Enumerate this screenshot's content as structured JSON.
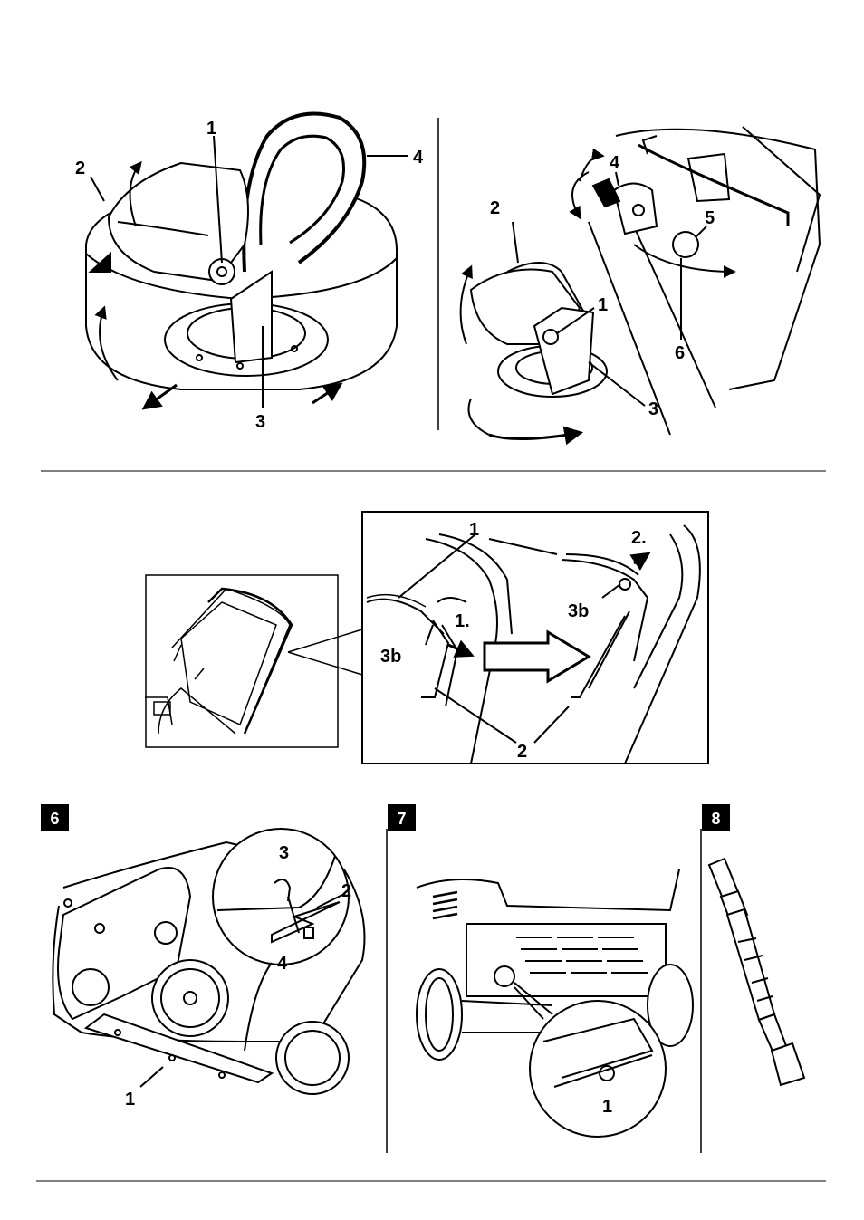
{
  "figure_top_left": {
    "labels": [
      "1",
      "2",
      "3",
      "4"
    ]
  },
  "figure_top_right": {
    "labels": [
      "1",
      "2",
      "3",
      "4",
      "5",
      "6"
    ]
  },
  "figure_middle": {
    "labels": [
      "1",
      "2",
      "3b",
      "3b",
      "1.",
      "2."
    ]
  },
  "figure_6": {
    "badge": "6",
    "labels": [
      "1",
      "2",
      "3",
      "4"
    ]
  },
  "figure_7": {
    "badge": "7",
    "labels": [
      "1"
    ]
  },
  "figure_8": {
    "badge": "8"
  }
}
